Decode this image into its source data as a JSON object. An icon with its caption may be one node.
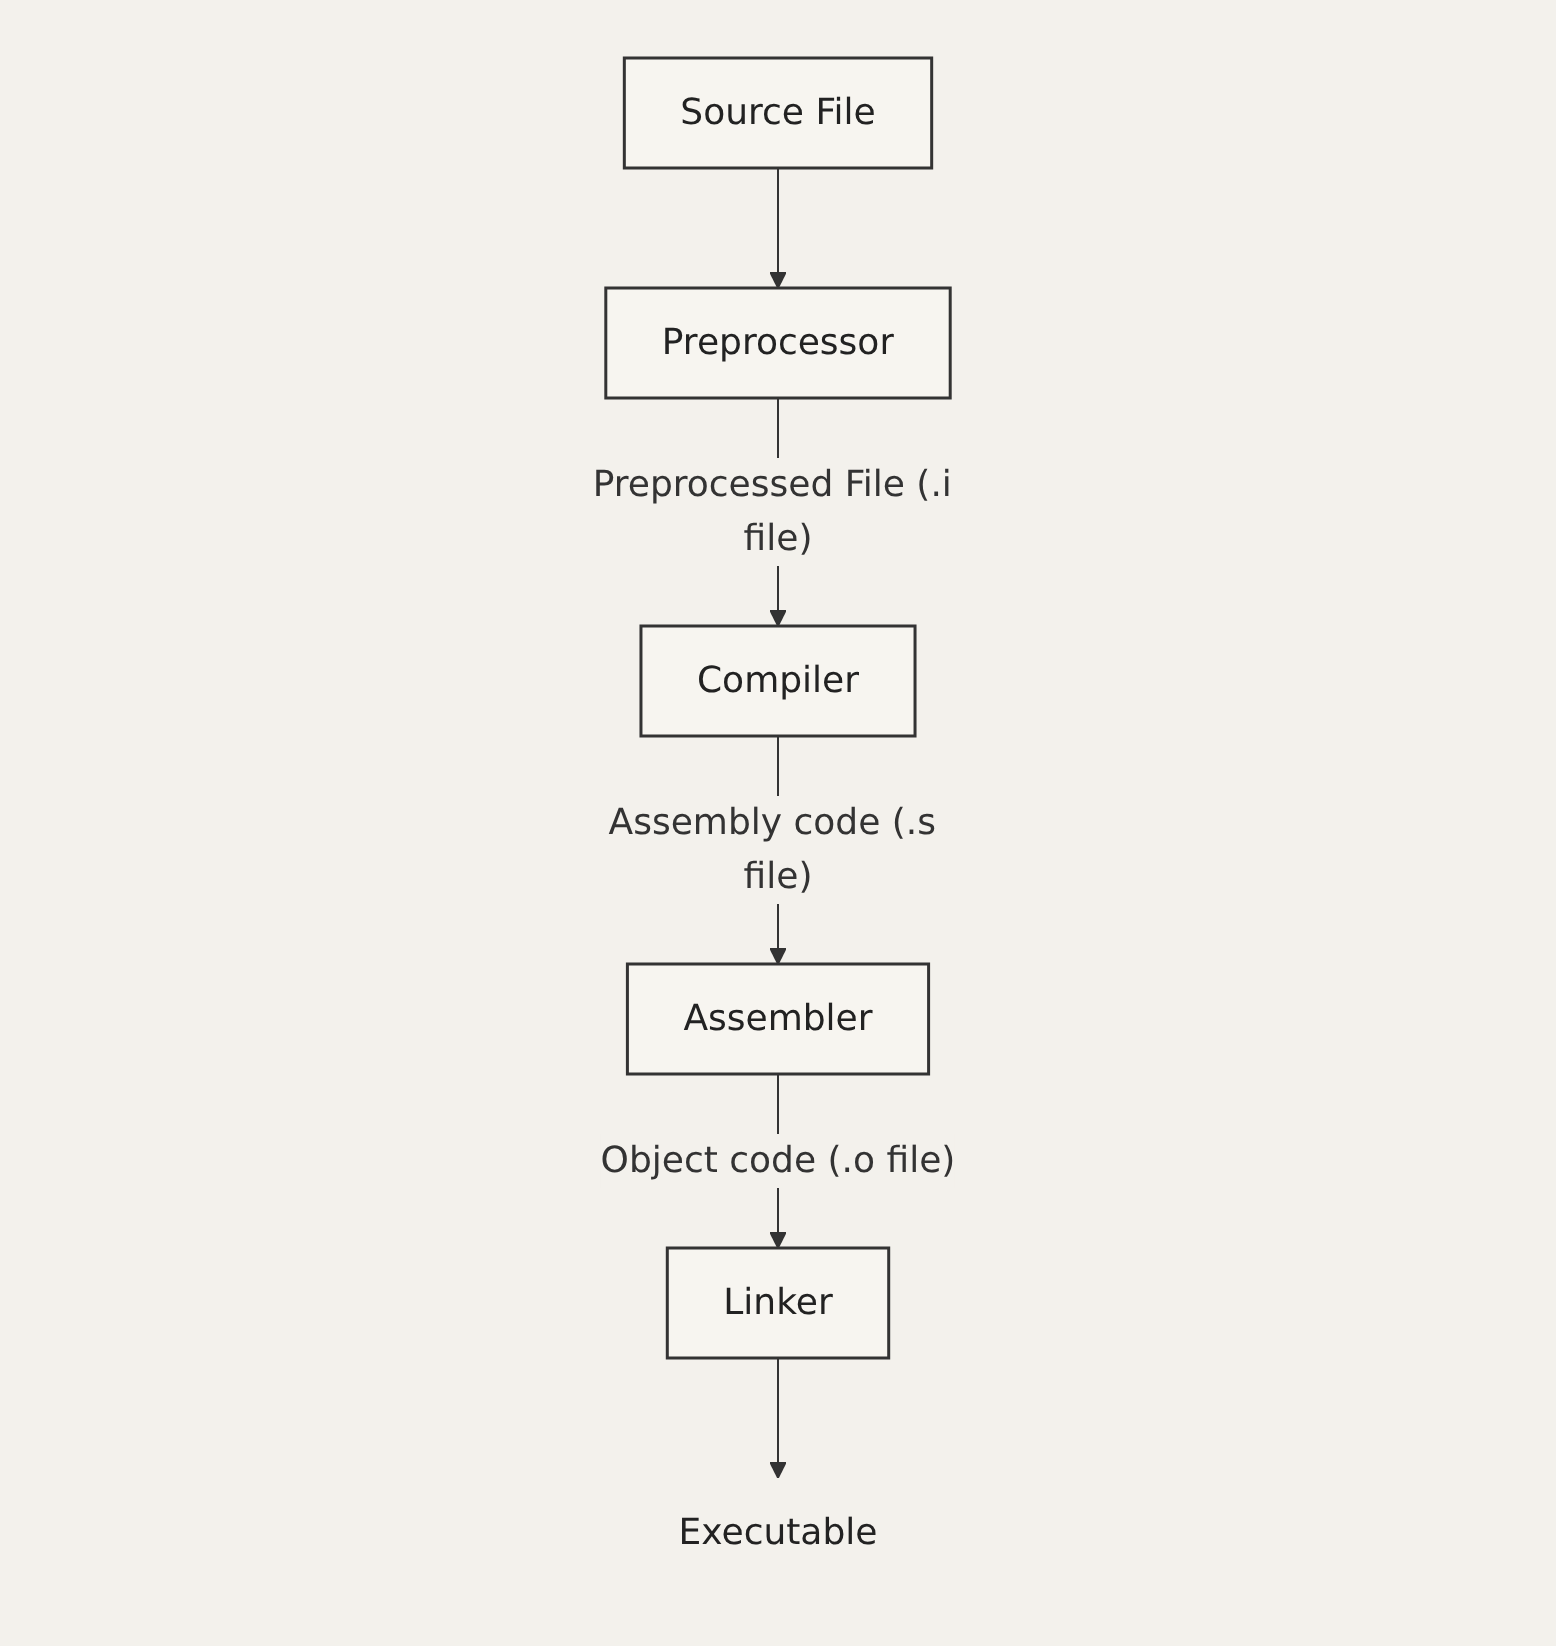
{
  "diagram": {
    "nodes": [
      {
        "text": [
          "Source File"
        ]
      },
      {
        "text": [
          "Preprocessor"
        ]
      },
      {
        "text": [
          "Compiler"
        ]
      },
      {
        "text": [
          "Assembler"
        ]
      },
      {
        "text": [
          "Linker"
        ]
      },
      {
        "text": [
          "Executable"
        ]
      }
    ],
    "edges": [
      {
        "from": 0,
        "to": 1,
        "arrow": "to"
      },
      {
        "from": 1,
        "to": 2,
        "arrow": "to",
        "label": "Preprocessed File (.i file)"
      },
      {
        "from": 2,
        "to": 3,
        "arrow": "to",
        "label": "Assembly code (.s file)"
      },
      {
        "from": 3,
        "to": 4,
        "arrow": "to",
        "label": "Object code (.o file)"
      },
      {
        "from": 4,
        "to": 5,
        "arrow": "to"
      }
    ]
  }
}
